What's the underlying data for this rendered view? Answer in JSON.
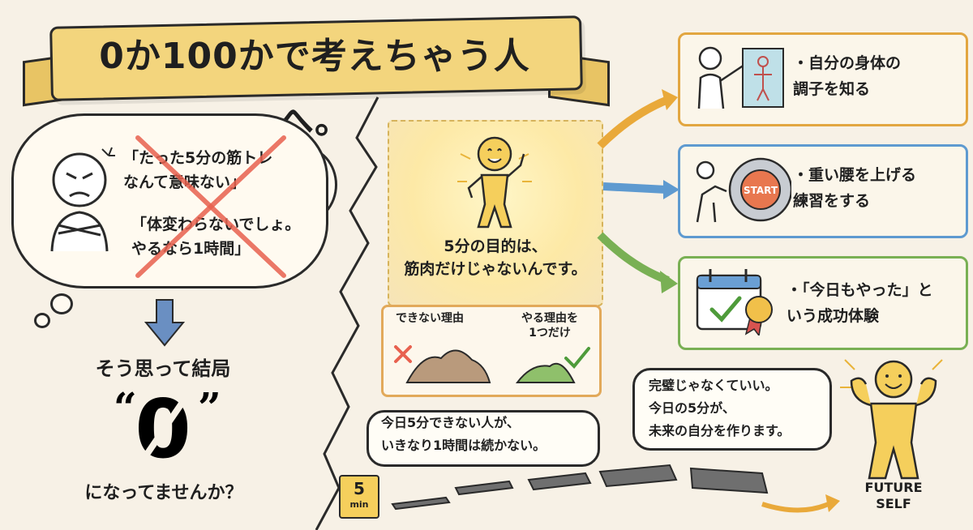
{
  "title": "0か100かで考えちゃう人へ。",
  "thought": {
    "quote1": "「たった5分の筋トレ\nなんて意味ない」",
    "quote2": "「体変わらないでしょ。\nやるなら1時間」"
  },
  "conclusion": {
    "line1": "そう思って結局",
    "zero": "0",
    "line2": "になってませんか？"
  },
  "center": {
    "purpose": "5分の目的は、\n筋肉だけじゃないんです。",
    "reason_left": "できない理由",
    "reason_right": "やる理由を\n1つだけ"
  },
  "benefits": [
    {
      "text": "・自分の身体の\n調子を知る",
      "color": "#e2a640"
    },
    {
      "text": "・重い腰を上げる\n練習をする",
      "color": "#5e9ad0",
      "button_label": "START"
    },
    {
      "text": "・「今日もやった」と\nいう成功体験",
      "color": "#79b054"
    }
  ],
  "bubbles": {
    "left": "今日5分できない人が、\nいきなり1時間は続かない。",
    "right": "完璧じゃなくていい。\n今日の5分が、\n未来の自分を作ります。"
  },
  "timer": {
    "number": "5",
    "unit": "min"
  },
  "future_self": "FUTURE\nSELF",
  "colors": {
    "banner": "#f3d57d",
    "accent_yellow": "#f5cf5c",
    "x_red": "#e8614f",
    "check_green": "#4e9b3a"
  }
}
